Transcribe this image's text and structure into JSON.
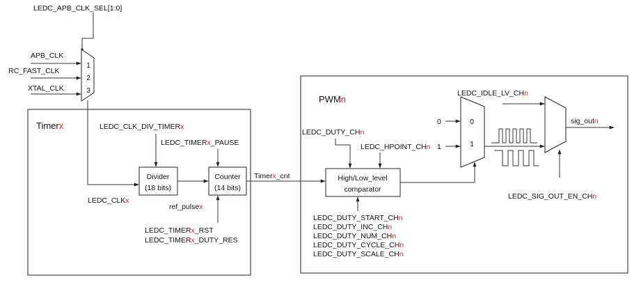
{
  "diagram": {
    "clk_sel": "LEDC_APB_CLK_SEL[1:0]",
    "mux1": {
      "inputs": [
        "APB_CLK",
        "RC_FAST_CLK",
        "XTAL_CLK"
      ],
      "ports": [
        "1",
        "2",
        "3"
      ]
    },
    "timer": {
      "title": "Timer",
      "suffix": "x",
      "div_ctrl": {
        "text": "LEDC_CLK_DIV_TIMER",
        "suffix": "x"
      },
      "pause_ctrl": {
        "pre": "LEDC_TIMER",
        "suffix": "x",
        "post": "_PAUSE"
      },
      "divider": {
        "line1": "Divider",
        "line2": "(18 bits)"
      },
      "counter": {
        "line1": "Counter",
        "line2": "(14 bits)"
      },
      "clk": {
        "text": "LEDC_CLK",
        "suffix": "x"
      },
      "ref_pulse": {
        "text": "ref_pulse",
        "suffix": "x"
      },
      "rst_ctrl": {
        "pre": "LEDC_TIMER",
        "suffix": "x",
        "post": "_RST"
      },
      "duty_res_ctrl": {
        "pre": "LEDC_TIMER",
        "suffix": "x",
        "post": "_DUTY_RES"
      }
    },
    "timer_cnt": {
      "pre": "Timer",
      "suffix": "x",
      "post": "_cnt"
    },
    "pwm": {
      "title": "PWM",
      "suffix": "n",
      "duty_ch": {
        "text": "LEDC_DUTY_CH",
        "suffix": "n"
      },
      "hpoint_ch": {
        "text": "LEDC_HPOINT_CH",
        "suffix": "n"
      },
      "comparator": {
        "line1": "High/Low_level",
        "line2": "comparator"
      },
      "params": [
        {
          "text": "LEDC_DUTY_START_CH",
          "suffix": "n"
        },
        {
          "text": "LEDC_DUTY_INC_CH",
          "suffix": "n"
        },
        {
          "text": "LEDC_DUTY_NUM_CH",
          "suffix": "n"
        },
        {
          "text": "LEDC_DUTY_CYCLE_CH",
          "suffix": "n"
        },
        {
          "text": "LEDC_DUTY_SCALE_CH",
          "suffix": "n"
        }
      ],
      "mux2": {
        "in0": "0",
        "in1": "1",
        "port0": "0",
        "port1": "1"
      },
      "idle_lv": {
        "text": "LEDC_IDLE_LV_CH",
        "suffix": "n"
      },
      "sig_out": {
        "text": "sig_out",
        "suffix": "n"
      },
      "sig_out_en": {
        "text": "LEDC_SIG_OUT_EN_CH",
        "suffix": "n"
      }
    }
  }
}
